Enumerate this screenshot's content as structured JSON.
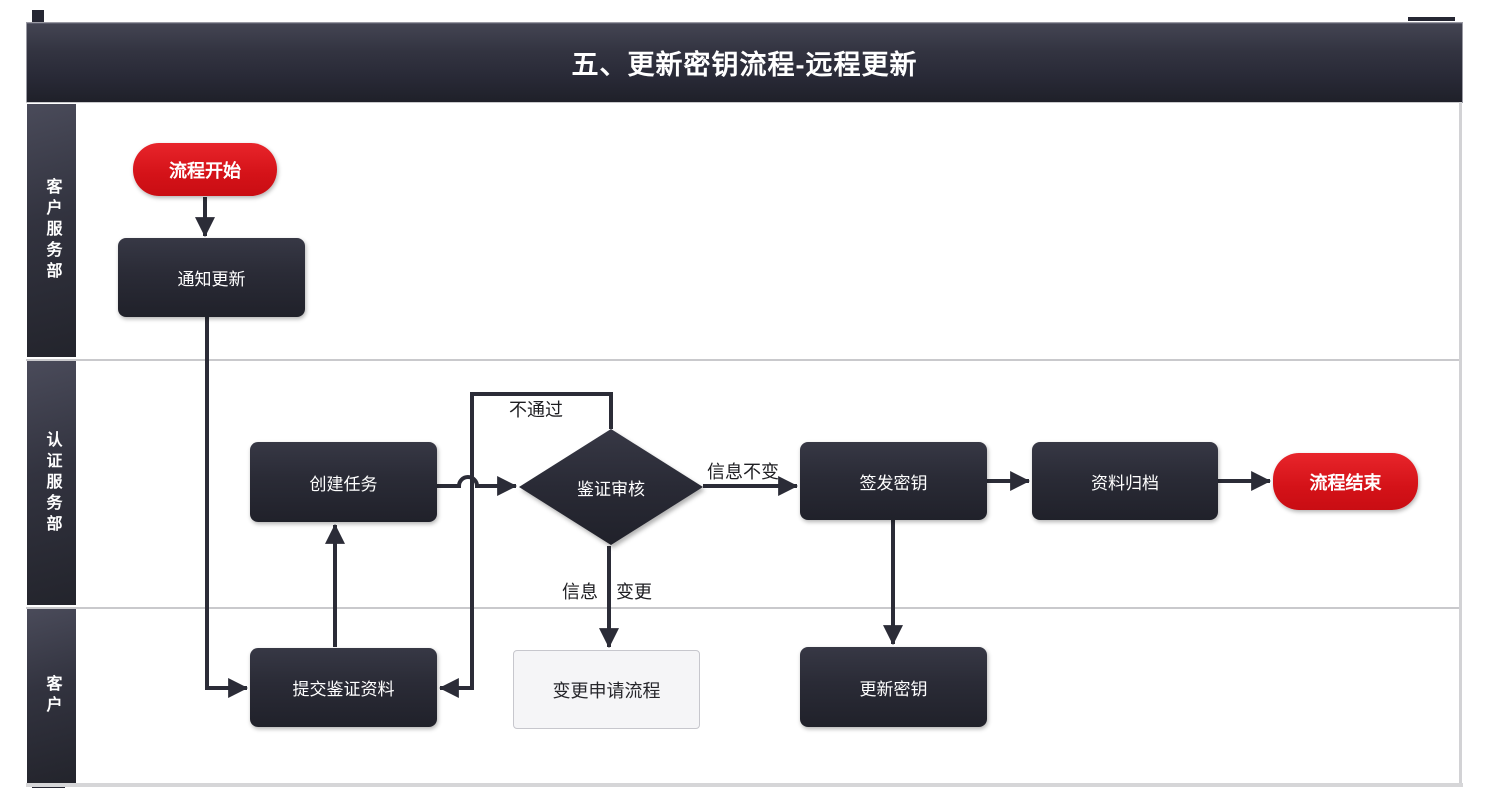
{
  "header": {
    "title": "五、更新密钥流程-远程更新"
  },
  "lanes": [
    {
      "label": "客户服务部"
    },
    {
      "label": "认证服务部"
    },
    {
      "label": "客户"
    }
  ],
  "nodes": {
    "start": {
      "label": "流程开始",
      "type": "start-terminator"
    },
    "notify_update": {
      "label": "通知更新",
      "type": "process"
    },
    "create_task": {
      "label": "创建任务",
      "type": "process"
    },
    "review": {
      "label": "鉴证审核",
      "type": "decision"
    },
    "issue_key": {
      "label": "签发密钥",
      "type": "process"
    },
    "archive": {
      "label": "资料归档",
      "type": "process"
    },
    "end": {
      "label": "流程结束",
      "type": "end-terminator"
    },
    "submit_materials": {
      "label": "提交鉴证资料",
      "type": "process"
    },
    "change_request": {
      "label": "变更申请流程",
      "type": "subprocess-light"
    },
    "update_key": {
      "label": "更新密钥",
      "type": "process"
    }
  },
  "edge_labels": {
    "fail": "不通过",
    "info_unchanged": "信息不变",
    "info_changed_part1": "信息",
    "info_changed_part2": "变更"
  },
  "colors": {
    "accent_red": "#d41218",
    "node_dark": "#2a2b36",
    "edge_stroke": "#2b2c37",
    "lane_separator": "#c9c9cc",
    "light_node_bg": "#f5f5f7",
    "header_gradient_top": "#444553",
    "header_gradient_bottom": "#1f2029"
  }
}
